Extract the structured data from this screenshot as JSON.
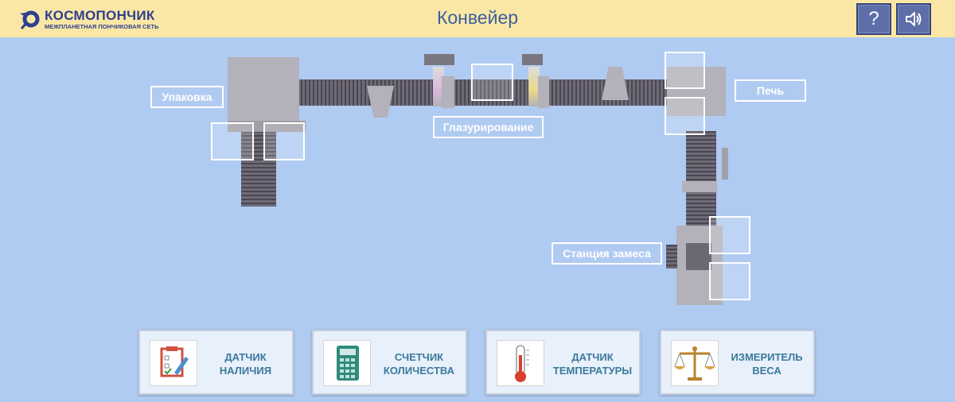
{
  "header": {
    "logo_name": "КОСМОПОНЧИК",
    "logo_subtitle": "МЕЖПЛАНЕТНАЯ ПОНЧИКОВАЯ СЕТЬ",
    "title": "Конвейер",
    "help_label": "?",
    "sound_icon": "speaker-icon"
  },
  "stations": {
    "packing": "Упаковка",
    "glazing": "Глазурирование",
    "oven": "Печь",
    "mixing": "Станция замеса"
  },
  "sensors": [
    {
      "label_line1": "ДАТЧИК",
      "label_line2": "НАЛИЧИЯ",
      "icon": "checklist-pencil-icon"
    },
    {
      "label_line1": "СЧЕТЧИК",
      "label_line2": "КОЛИЧЕСТВА",
      "icon": "calculator-icon"
    },
    {
      "label_line1": "ДАТЧИК",
      "label_line2": "ТЕМПЕРАТУРЫ",
      "icon": "thermometer-icon"
    },
    {
      "label_line1": "ИЗМЕРИТЕЛЬ",
      "label_line2": "ВЕСА",
      "icon": "scales-icon"
    }
  ],
  "colors": {
    "background": "#b0cbf2",
    "header": "#fbe7a5",
    "button": "#5d6ea8",
    "sensor_text": "#3b7a9b"
  }
}
